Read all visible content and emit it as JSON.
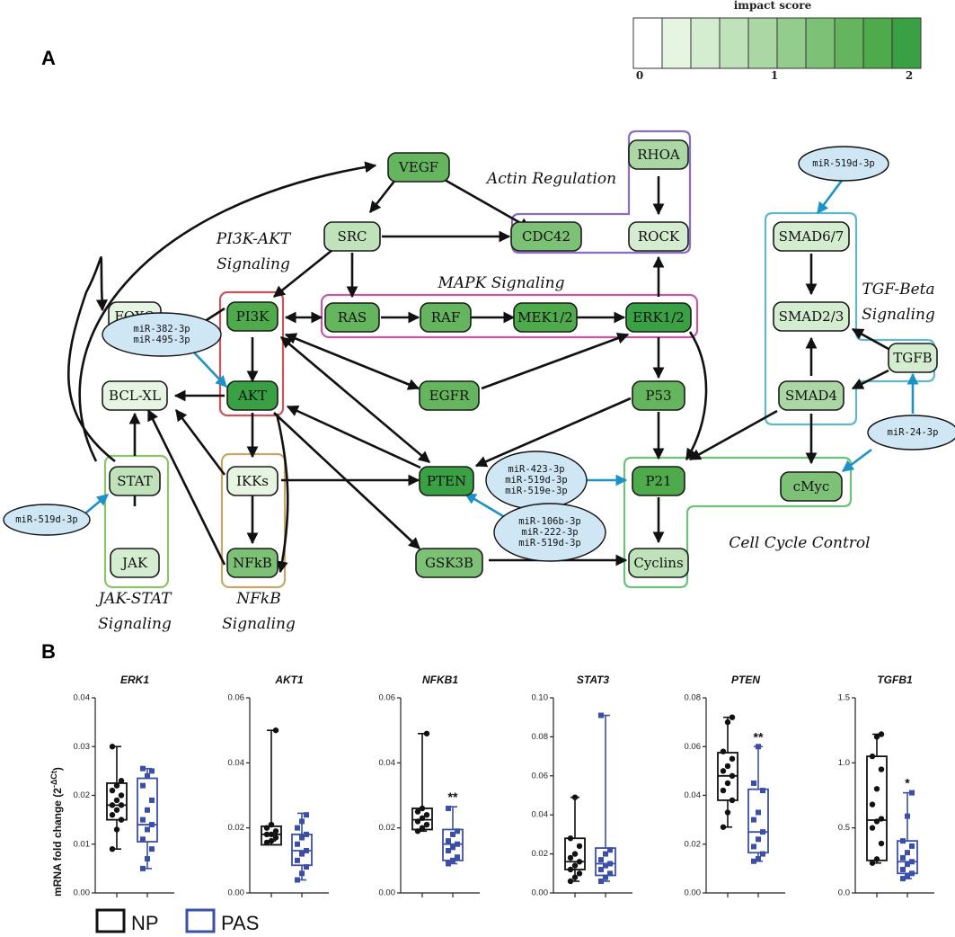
{
  "panels": {
    "a": "A",
    "b": "B"
  },
  "colorbar": {
    "title": "impact score",
    "ticks": [
      "0",
      "1",
      "2"
    ],
    "colors": [
      "#ffffff",
      "#e6f4e2",
      "#d4ecd0",
      "#bfe2ba",
      "#aad7a3",
      "#93cc8c",
      "#7cc175",
      "#65b55e",
      "#4eaa4b",
      "#39a044"
    ]
  },
  "groups": {
    "actin": "Actin Regulation",
    "pi3k_1": "PI3K-AKT",
    "pi3k_2": "Signaling",
    "mapk": "MAPK Signaling",
    "tgf_1": "TGF-Beta",
    "tgf_2": "Signaling",
    "jak_1": "JAK-STAT",
    "jak_2": "Signaling",
    "nfkb_1": "NFkB",
    "nfkb_2": "Signaling",
    "cell_cycle": "Cell Cycle Control"
  },
  "nodes": [
    {
      "id": "VEGF",
      "label": "VEGF",
      "score": 1.5
    },
    {
      "id": "RHOA",
      "label": "RHOA",
      "score": 0.8
    },
    {
      "id": "SRC",
      "label": "SRC",
      "score": 0.6
    },
    {
      "id": "CDC42",
      "label": "CDC42",
      "score": 1.3
    },
    {
      "id": "ROCK",
      "label": "ROCK",
      "score": 0.5
    },
    {
      "id": "FOXO",
      "label": "FOXO",
      "score": 0.3
    },
    {
      "id": "PI3K",
      "label": "PI3K",
      "score": 1.7
    },
    {
      "id": "RAS",
      "label": "RAS",
      "score": 1.6
    },
    {
      "id": "RAF",
      "label": "RAF",
      "score": 1.6
    },
    {
      "id": "MEK",
      "label": "MEK1/2",
      "score": 1.7
    },
    {
      "id": "ERK",
      "label": "ERK1/2",
      "score": 1.9
    },
    {
      "id": "SMAD67",
      "label": "SMAD6/7",
      "score": 0.5
    },
    {
      "id": "SMAD23",
      "label": "SMAD2/3",
      "score": 0.4
    },
    {
      "id": "TGFB",
      "label": "TGFB",
      "score": 0.5
    },
    {
      "id": "BCLXL",
      "label": "BCL-XL",
      "score": 0.3
    },
    {
      "id": "AKT",
      "label": "AKT",
      "score": 2.0
    },
    {
      "id": "EGFR",
      "label": "EGFR",
      "score": 1.5
    },
    {
      "id": "P53",
      "label": "P53",
      "score": 1.6
    },
    {
      "id": "SMAD4",
      "label": "SMAD4",
      "score": 0.8
    },
    {
      "id": "STAT",
      "label": "STAT",
      "score": 0.6
    },
    {
      "id": "IKKs",
      "label": "IKKs",
      "score": 0.2
    },
    {
      "id": "PTEN",
      "label": "PTEN",
      "score": 2.0
    },
    {
      "id": "P21",
      "label": "P21",
      "score": 1.7
    },
    {
      "id": "cMyc",
      "label": "cMyc",
      "score": 1.4
    },
    {
      "id": "JAK",
      "label": "JAK",
      "score": 0.4
    },
    {
      "id": "NFkB",
      "label": "NFkB",
      "score": 1.4
    },
    {
      "id": "GSK3B",
      "label": "GSK3B",
      "score": 1.3
    },
    {
      "id": "Cyclins",
      "label": "Cyclins",
      "score": 0.6
    }
  ],
  "mirnas": [
    {
      "id": "m1",
      "lines": [
        "miR-519d-3p"
      ]
    },
    {
      "id": "m2",
      "lines": [
        "miR-382-3p",
        "miR-495-3p"
      ]
    },
    {
      "id": "m3",
      "lines": [
        "miR-24-3p"
      ]
    },
    {
      "id": "m4",
      "lines": [
        "miR-519d-3p"
      ]
    },
    {
      "id": "m5",
      "lines": [
        "miR-423-3p",
        "miR-519d-3p",
        "miR-519e-3p"
      ]
    },
    {
      "id": "m6",
      "lines": [
        "miR-106b-3p",
        "miR-222-3p",
        "miR-519d-3p"
      ]
    }
  ],
  "charts": {
    "ylabel": "mRNA fold change (2",
    "ylabel_sup": "-ΔCt",
    "ylabel_close": ")",
    "legend": [
      "NP",
      "PAS"
    ]
  },
  "chart_data": [
    {
      "type": "box",
      "title": "ERK1",
      "ylim": [
        0,
        0.04
      ],
      "yticks": [
        "0.00",
        "0.01",
        "0.02",
        "0.03",
        "0.04"
      ],
      "significance": "",
      "series": [
        {
          "name": "NP",
          "min": 0.009,
          "q1": 0.015,
          "median": 0.018,
          "q3": 0.0225,
          "max": 0.03,
          "points": [
            0.009,
            0.013,
            0.015,
            0.016,
            0.017,
            0.018,
            0.018,
            0.019,
            0.02,
            0.021,
            0.022,
            0.023,
            0.03
          ]
        },
        {
          "name": "PAS",
          "min": 0.005,
          "q1": 0.0105,
          "median": 0.014,
          "q3": 0.0235,
          "max": 0.0255,
          "points": [
            0.005,
            0.007,
            0.009,
            0.011,
            0.013,
            0.014,
            0.015,
            0.017,
            0.019,
            0.022,
            0.024,
            0.025,
            0.0255
          ]
        }
      ]
    },
    {
      "type": "box",
      "title": "AKT1",
      "ylim": [
        0,
        0.06
      ],
      "yticks": [
        "0.00",
        "0.02",
        "0.04",
        "0.06"
      ],
      "significance": "",
      "series": [
        {
          "name": "NP",
          "min": 0.016,
          "q1": 0.0148,
          "median": 0.018,
          "q3": 0.0205,
          "max": 0.05,
          "points": [
            0.0155,
            0.016,
            0.017,
            0.018,
            0.018,
            0.019,
            0.02,
            0.021,
            0.05
          ]
        },
        {
          "name": "PAS",
          "min": 0.004,
          "q1": 0.0085,
          "median": 0.013,
          "q3": 0.018,
          "max": 0.0245,
          "points": [
            0.004,
            0.006,
            0.008,
            0.01,
            0.012,
            0.013,
            0.015,
            0.017,
            0.018,
            0.02,
            0.022,
            0.024
          ]
        }
      ]
    },
    {
      "type": "box",
      "title": "NFKB1",
      "ylim": [
        0,
        0.06
      ],
      "yticks": [
        "0.00",
        "0.02",
        "0.04",
        "0.06"
      ],
      "significance": "**",
      "series": [
        {
          "name": "NP",
          "min": 0.019,
          "q1": 0.0195,
          "median": 0.0225,
          "q3": 0.026,
          "max": 0.049,
          "points": [
            0.019,
            0.02,
            0.021,
            0.022,
            0.023,
            0.024,
            0.025,
            0.026,
            0.049
          ]
        },
        {
          "name": "PAS",
          "min": 0.009,
          "q1": 0.01,
          "median": 0.015,
          "q3": 0.0195,
          "max": 0.0265,
          "points": [
            0.009,
            0.01,
            0.011,
            0.013,
            0.014,
            0.015,
            0.016,
            0.018,
            0.019,
            0.026
          ]
        }
      ]
    },
    {
      "type": "box",
      "title": "STAT3",
      "ylim": [
        0,
        0.1
      ],
      "yticks": [
        "0.00",
        "0.02",
        "0.04",
        "0.06",
        "0.08",
        "0.10"
      ],
      "significance": "",
      "series": [
        {
          "name": "NP",
          "min": 0.006,
          "q1": 0.012,
          "median": 0.016,
          "q3": 0.028,
          "max": 0.049,
          "points": [
            0.006,
            0.008,
            0.01,
            0.012,
            0.014,
            0.016,
            0.018,
            0.02,
            0.024,
            0.028,
            0.049
          ]
        },
        {
          "name": "PAS",
          "min": 0.006,
          "q1": 0.009,
          "median": 0.015,
          "q3": 0.023,
          "max": 0.091,
          "points": [
            0.006,
            0.008,
            0.01,
            0.012,
            0.014,
            0.015,
            0.017,
            0.02,
            0.022,
            0.091
          ]
        }
      ]
    },
    {
      "type": "box",
      "title": "PTEN",
      "ylim": [
        0,
        0.08
      ],
      "yticks": [
        "0.00",
        "0.02",
        "0.04",
        "0.06",
        "0.08"
      ],
      "significance": "**",
      "series": [
        {
          "name": "NP",
          "min": 0.027,
          "q1": 0.038,
          "median": 0.048,
          "q3": 0.0575,
          "max": 0.072,
          "points": [
            0.027,
            0.033,
            0.038,
            0.042,
            0.045,
            0.048,
            0.05,
            0.052,
            0.055,
            0.058,
            0.07,
            0.072
          ]
        },
        {
          "name": "PAS",
          "min": 0.013,
          "q1": 0.0165,
          "median": 0.025,
          "q3": 0.0425,
          "max": 0.06,
          "points": [
            0.013,
            0.014,
            0.016,
            0.019,
            0.022,
            0.025,
            0.03,
            0.033,
            0.042,
            0.045,
            0.06
          ]
        }
      ]
    },
    {
      "type": "box",
      "title": "TGFB1",
      "ylim": [
        0,
        1.5
      ],
      "yticks": [
        "0.0",
        "0.5",
        "1.0",
        "1.5"
      ],
      "significance": "*",
      "series": [
        {
          "name": "NP",
          "min": 0.23,
          "q1": 0.25,
          "median": 0.56,
          "q3": 1.05,
          "max": 1.22,
          "points": [
            0.23,
            0.26,
            0.38,
            0.5,
            0.55,
            0.57,
            0.68,
            0.8,
            0.95,
            1.05,
            1.2,
            1.22
          ]
        },
        {
          "name": "PAS",
          "min": 0.11,
          "q1": 0.15,
          "median": 0.24,
          "q3": 0.4,
          "max": 0.77,
          "points": [
            0.11,
            0.13,
            0.15,
            0.18,
            0.22,
            0.24,
            0.27,
            0.31,
            0.36,
            0.4,
            0.59,
            0.77
          ]
        }
      ]
    }
  ]
}
